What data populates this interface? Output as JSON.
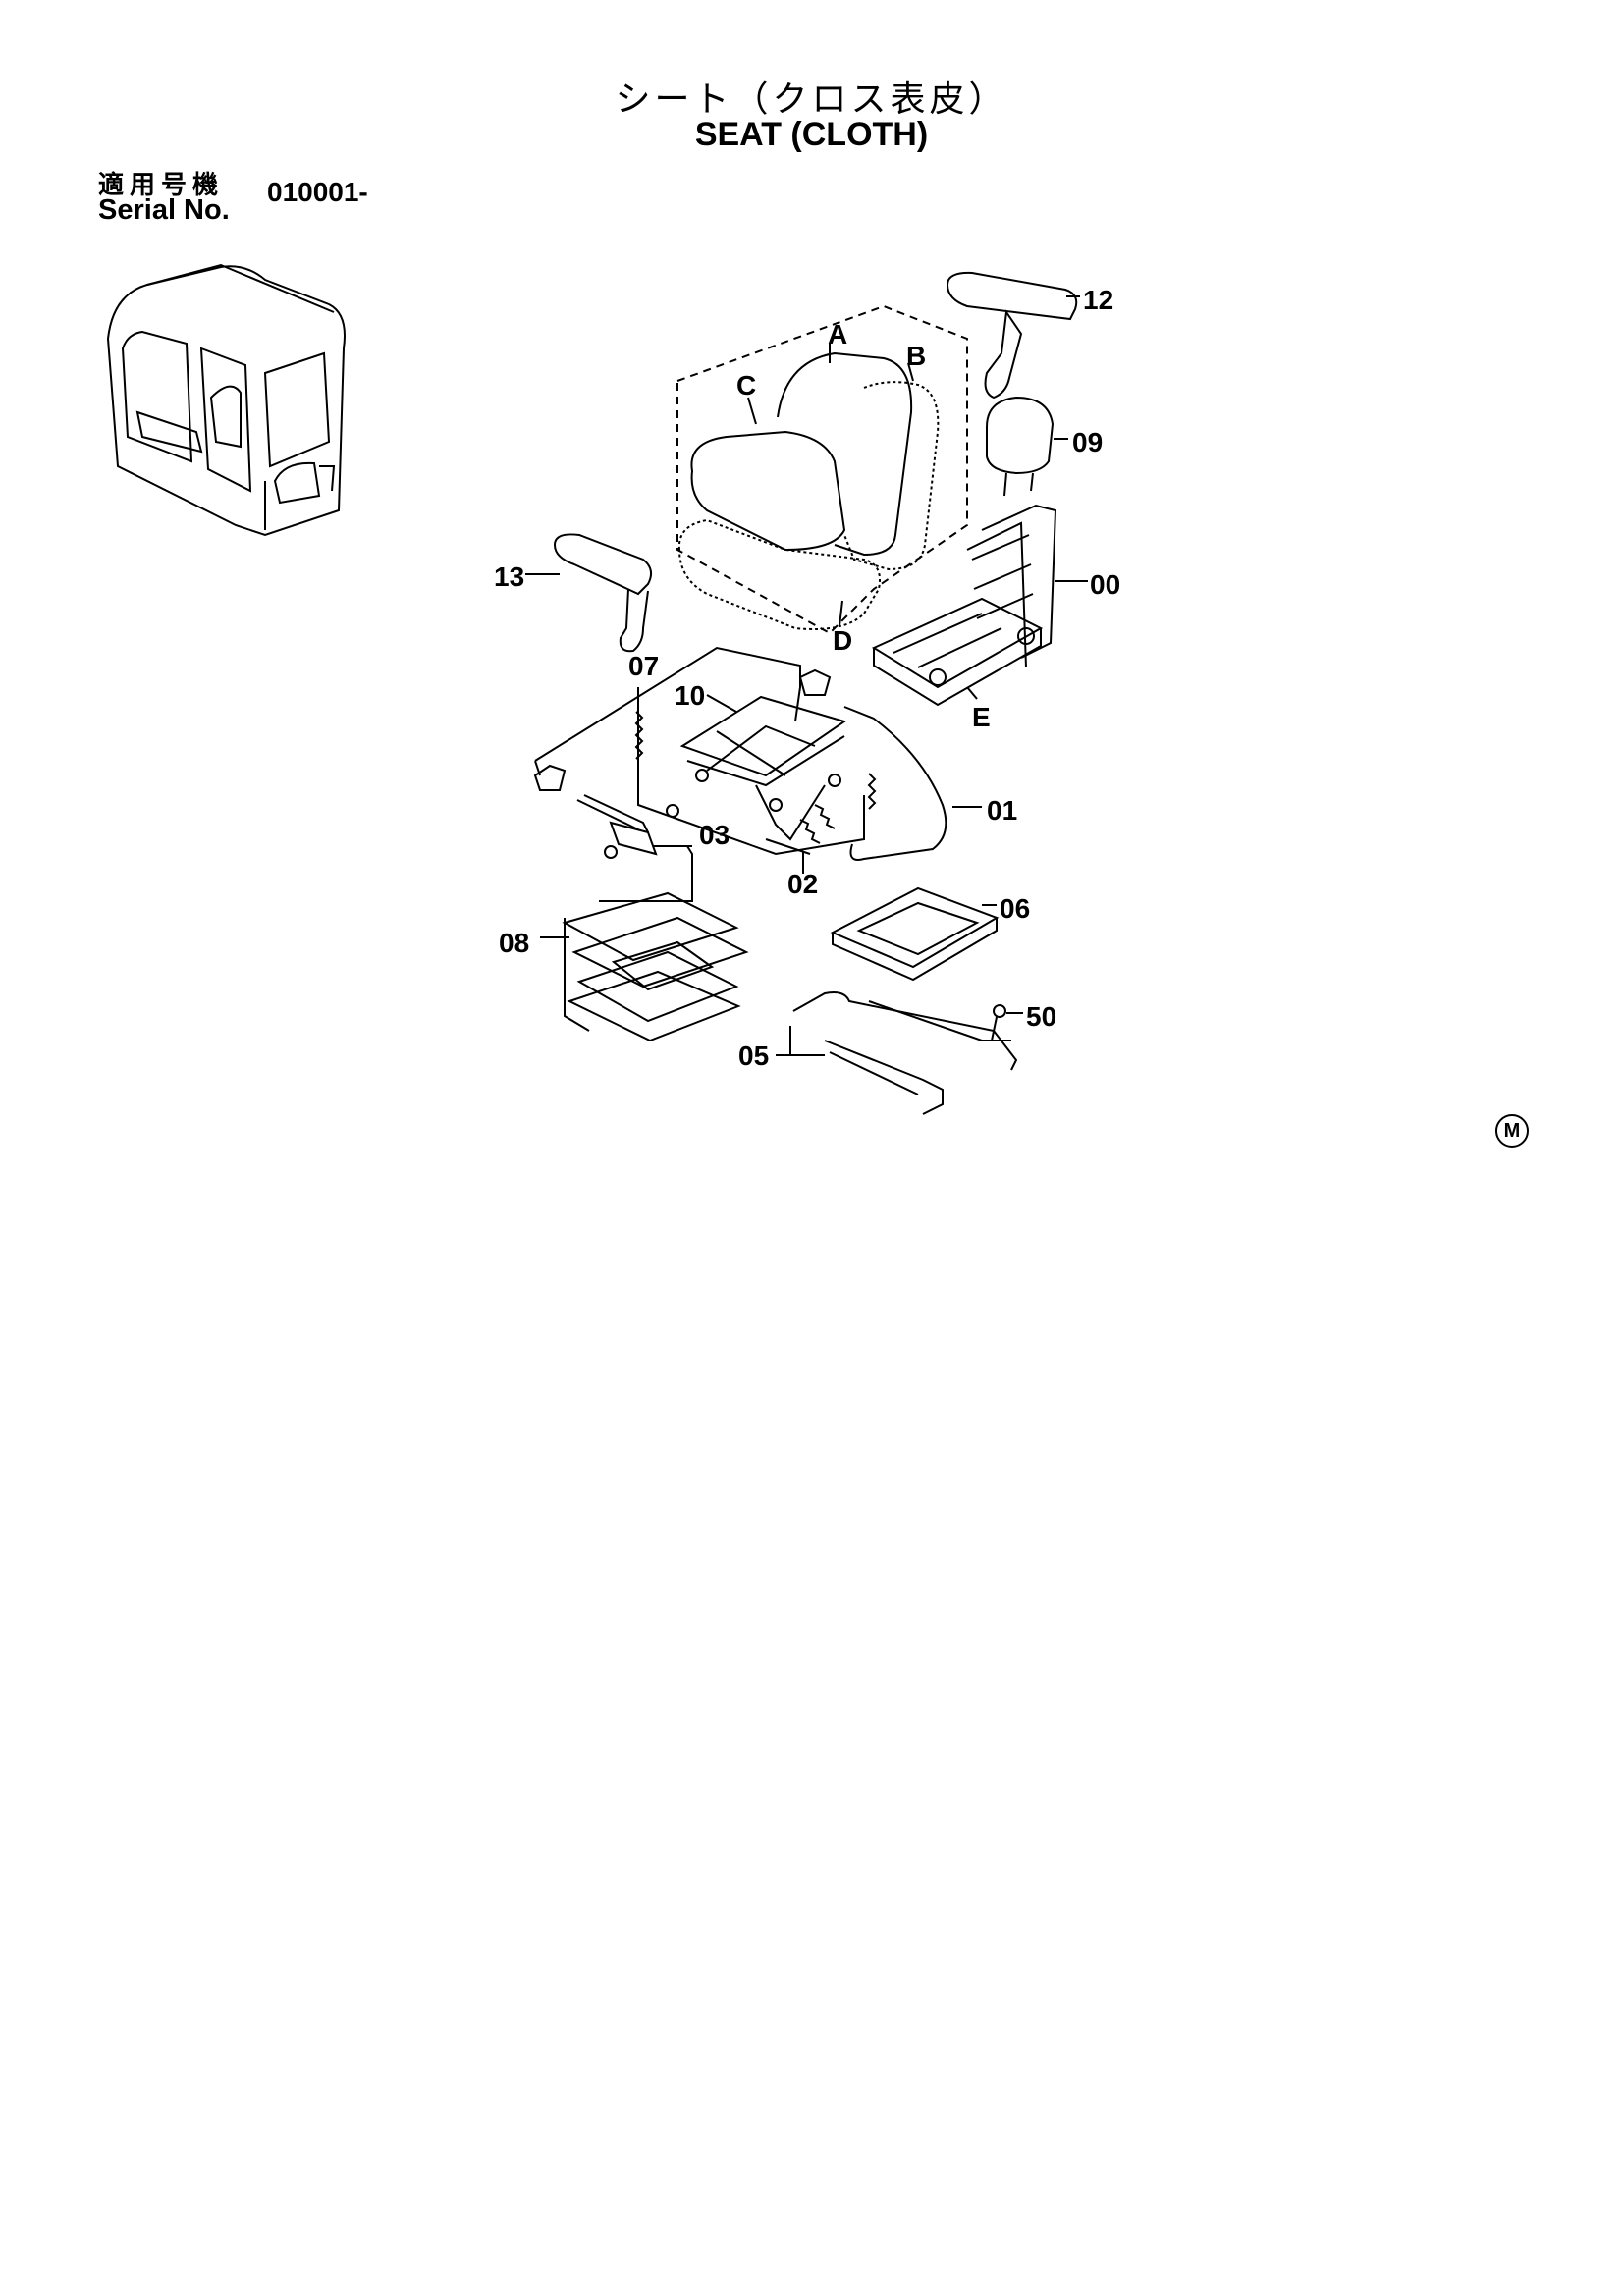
{
  "header": {
    "title_jp": "シート（クロス表皮）",
    "title_en": "SEAT (CLOTH)",
    "serial_label_jp": "適用号機",
    "serial_label_en": "Serial No.",
    "serial_number": "010001-"
  },
  "callouts": {
    "A": "A",
    "B": "B",
    "C": "C",
    "D": "D",
    "E": "E",
    "p00": "00",
    "p01": "01",
    "p02": "02",
    "p03": "03",
    "p05": "05",
    "p06": "06",
    "p07": "07",
    "p08": "08",
    "p09": "09",
    "p10": "10",
    "p12": "12",
    "p13": "13",
    "p50": "50"
  },
  "footer": {
    "mark": "M"
  }
}
